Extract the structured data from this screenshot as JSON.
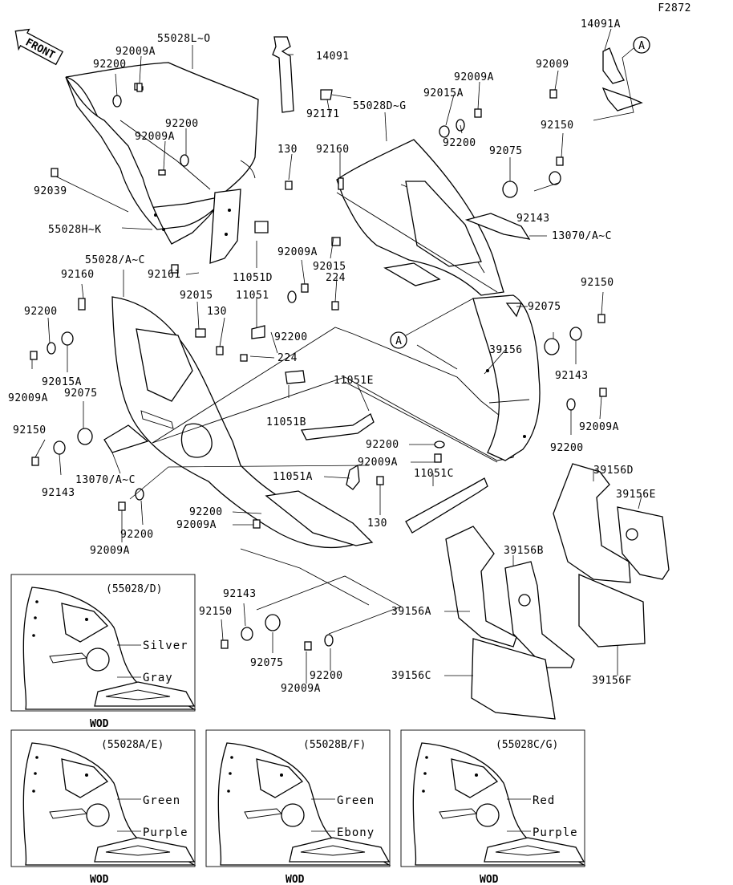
{
  "figure_id": "F2872",
  "front_label": "FRONT",
  "callout_a": "A",
  "parts": {
    "p55028L": "55028L~O",
    "p92009A_1": "92009A",
    "p92200_1": "92200",
    "p92200_2": "92200",
    "p92009A_2": "92009A",
    "p92039": "92039",
    "p55028HK": "55028H~K",
    "p14091": "14091",
    "p92171": "92171",
    "p130_1": "130",
    "p92160_1": "92160",
    "p55028DG": "55028D~G",
    "p92015A_1": "92015A",
    "p92009A_3": "92009A",
    "p92200_3": "92200",
    "p14091A": "14091A",
    "p92009_1": "92009",
    "p92150_1": "92150",
    "p92075_1": "92075",
    "p92143_1": "92143",
    "p13070_1": "13070/A~C",
    "p92161": "92161",
    "p11051D": "11051D",
    "p92009A_4": "92009A",
    "p92015_1": "92015",
    "p224_1": "224",
    "p55028AC": "55028/A~C",
    "p92160_2": "92160",
    "p92015_2": "92015",
    "p11051": "11051",
    "p130_2": "130",
    "p92200_4": "92200",
    "p92200_5": "92200",
    "p92015A_2": "92015A",
    "p92009A_5": "92009A",
    "p224_2": "224",
    "p92150_2": "92150",
    "p92075_2": "92075",
    "p39156": "39156",
    "p92143_2": "92143",
    "p11051E": "11051E",
    "p92075_3": "92075",
    "p11051B": "11051B",
    "p92009A_6": "92009A",
    "p92200_6": "92200",
    "p92150_3": "92150",
    "p92143_3": "92143",
    "p13070_2": "13070/A~C",
    "p92200_7": "92200",
    "p92009A_7": "92009A",
    "p11051C": "11051C",
    "p11051A": "11051A",
    "p130_3": "130",
    "p92009A_8": "92009A",
    "p92200_8": "92200",
    "p92200_9": "92200",
    "p92009A_9": "92009A",
    "p39156D": "39156D",
    "p39156E": "39156E",
    "p39156B": "39156B",
    "p39156A": "39156A",
    "p39156C": "39156C",
    "p39156F": "39156F",
    "p92143_4": "92143",
    "p92150_4": "92150",
    "p92075_4": "92075",
    "p92200_10": "92200",
    "p92009A_10": "92009A"
  },
  "color_variants": [
    {
      "title": "(55028/D)",
      "upper": "Silver",
      "lower": "Gray",
      "note": "WOD"
    },
    {
      "title": "(55028A/E)",
      "upper": "Green",
      "lower": "Purple",
      "note": "WOD"
    },
    {
      "title": "(55028B/F)",
      "upper": "Green",
      "lower": "Ebony",
      "note": "WOD"
    },
    {
      "title": "(55028C/G)",
      "upper": "Red",
      "lower": "Purple",
      "note": "WOD"
    }
  ]
}
